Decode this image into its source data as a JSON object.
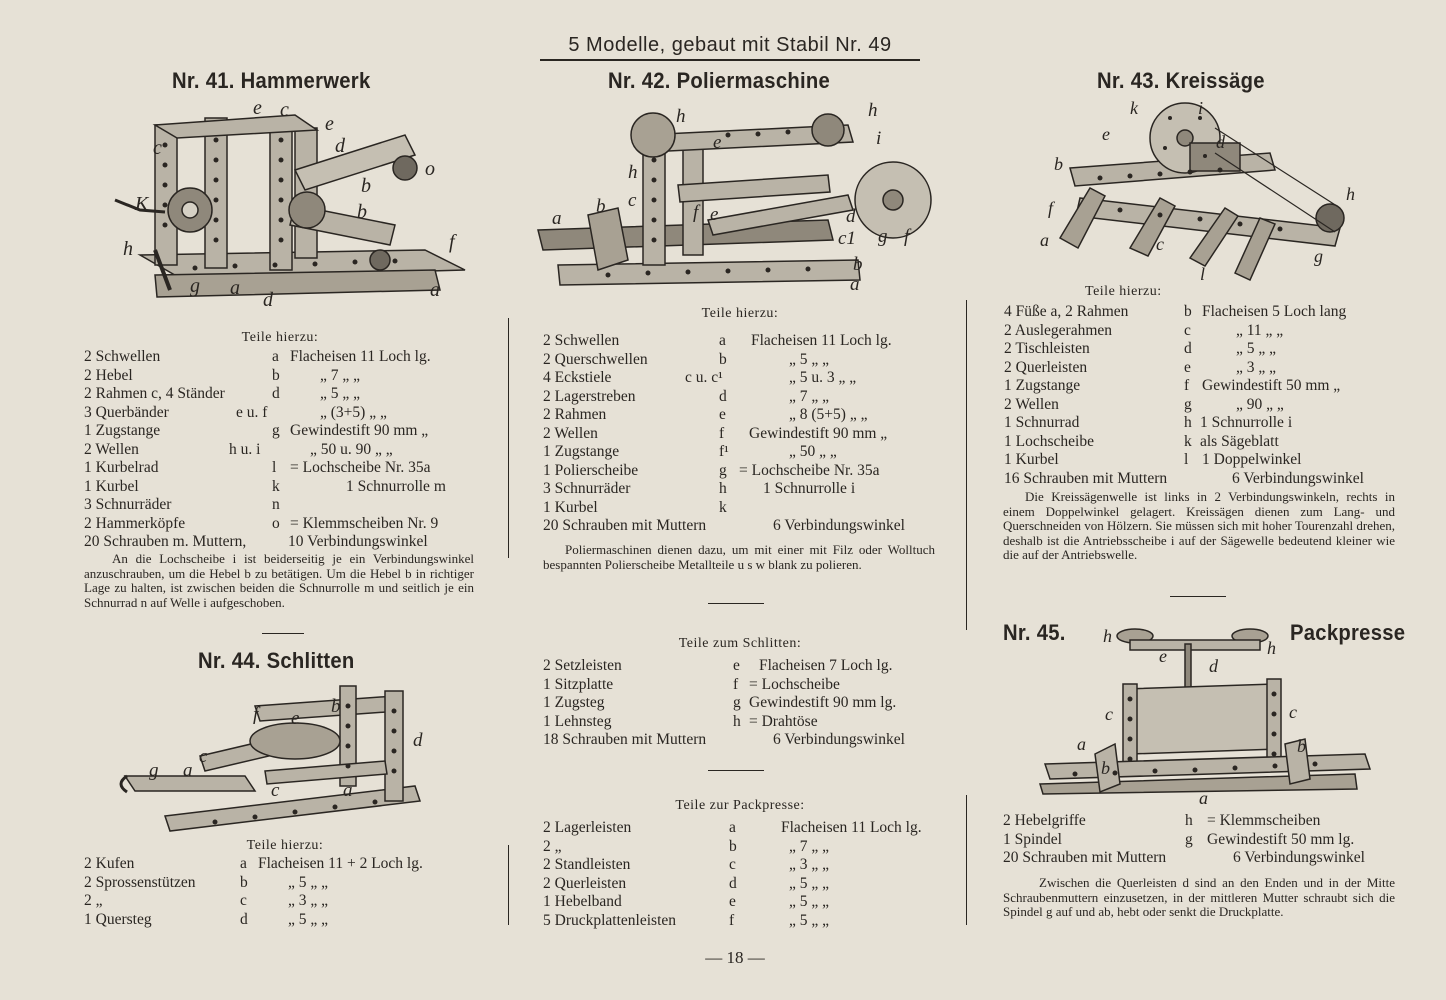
{
  "header": {
    "title": "5 Modelle, gebaut mit Stabil Nr. 49"
  },
  "page_number": "— 18 —",
  "model41": {
    "title": "Nr. 41.  Hammerwerk",
    "teile_label": "Teile hierzu:",
    "rows": [
      [
        "2 Schwellen",
        "a",
        "Flacheisen 11 Loch lg."
      ],
      [
        "2 Hebel",
        "b",
        "„ 7 „ „"
      ],
      [
        "2 Rahmen c, 4 Ständer",
        "d",
        "„ 5 „ „"
      ],
      [
        "3 Querbänder",
        "e u. f",
        "„ (3+5) „ „"
      ],
      [
        "1 Zugstange",
        "g",
        "Gewindestift 90 mm „"
      ],
      [
        "2 Wellen",
        "h u. i",
        "„ 50 u. 90 „ „"
      ],
      [
        "1 Kurbelrad",
        "l",
        "= Lochscheibe Nr. 35a"
      ],
      [
        "1 Kurbel",
        "k",
        "1 Schnurrolle m"
      ],
      [
        "3 Schnurräder",
        "n",
        ""
      ],
      [
        "2 Hammerköpfe",
        "o",
        "= Klemmscheiben Nr. 9"
      ],
      [
        "20 Schrauben m. Muttern,",
        "",
        "10 Verbindungswinkel"
      ]
    ],
    "description": "An die Lochscheibe i ist beiderseitig je ein Verbindungswinkel anzuschrauben, um die Hebel b zu betätigen. Um die Hebel b in richtiger Lage zu halten, ist zwischen beiden die Schnurrolle m und seitlich je ein Schnurrad n auf Welle i aufgeschoben.",
    "labels": [
      "e",
      "c",
      "c",
      "e",
      "d",
      "o",
      "b",
      "b",
      "K",
      "h",
      "f",
      "g",
      "a",
      "d",
      "a"
    ]
  },
  "model42": {
    "title": "Nr. 42.  Poliermaschine",
    "teile_label": "Teile hierzu:",
    "rows": [
      [
        "2 Schwellen",
        "a",
        "Flacheisen 11 Loch lg."
      ],
      [
        "2 Querschwellen",
        "b",
        "„ 5 „ „"
      ],
      [
        "4 Eckstiele",
        "c u. c¹",
        "„ 5 u. 3 „ „"
      ],
      [
        "2 Lagerstreben",
        "d",
        "„ 7 „ „"
      ],
      [
        "2 Rahmen",
        "e",
        "„ 8 (5+5) „ „"
      ],
      [
        "2 Wellen",
        "f",
        "Gewindestift 90 mm „"
      ],
      [
        "1 Zugstange",
        "f¹",
        "„ 50 „ „"
      ],
      [
        "1 Polierscheibe",
        "g",
        "= Lochscheibe Nr. 35a"
      ],
      [
        "3 Schnurräder",
        "h",
        "1 Schnurrolle i"
      ],
      [
        "1 Kurbel",
        "k",
        ""
      ],
      [
        "20 Schrauben mit Muttern",
        "",
        "6 Verbindungswinkel"
      ]
    ],
    "description": "Poliermaschinen dienen dazu, um mit einer mit Filz oder Wolltuch bespannten Polierscheibe Metallteile u s w blank zu polieren.",
    "labels": [
      "h",
      "h",
      "i",
      "e",
      "h",
      "c",
      "f",
      "e",
      "b",
      "a",
      "d",
      "c1",
      "g",
      "f",
      "b",
      "a"
    ]
  },
  "model43": {
    "title": "Nr. 43.  Kreissäge",
    "teile_label": "Teile hierzu:",
    "rows": [
      [
        "4 Füße a, 2 Rahmen",
        "b",
        "Flacheisen 5 Loch lang"
      ],
      [
        "2 Auslegerahmen",
        "c",
        "„ 11 „ „"
      ],
      [
        "2 Tischleisten",
        "d",
        "„ 5 „ „"
      ],
      [
        "2 Querleisten",
        "e",
        "„ 3 „ „"
      ],
      [
        "1 Zugstange",
        "f",
        "Gewindestift 50 mm „"
      ],
      [
        "2 Wellen",
        "g",
        "„ 90 „ „"
      ],
      [
        "1 Schnurrad",
        "h",
        "1 Schnurrolle i"
      ],
      [
        "1 Lochscheibe",
        "k",
        "als Sägeblatt"
      ],
      [
        "1 Kurbel",
        "l",
        "1 Doppelwinkel"
      ],
      [
        "16 Schrauben mit Muttern",
        "",
        "6 Verbindungswinkel"
      ]
    ],
    "description": "Die Kreissägenwelle ist links in 2 Verbindungswinkeln, rechts in einem Doppelwinkel gelagert. Kreissägen dienen zum Lang- und Querschneiden von Hölzern. Sie müssen sich mit hoher Tourenzahl drehen, deshalb ist die Antriebsscheibe i auf der Sägewelle bedeutend kleiner wie die auf der Antriebswelle.",
    "labels": [
      "k",
      "i",
      "e",
      "d",
      "b",
      "f",
      "h",
      "a",
      "c",
      "g",
      "l"
    ]
  },
  "model44": {
    "title": "Nr. 44.  Schlitten",
    "teile_label": "Teile hierzu:",
    "rows": [
      [
        "2 Kufen",
        "a",
        "Flacheisen 11 + 2 Loch lg."
      ],
      [
        "2 Sprossenstützen",
        "b",
        "„ 5 „ „"
      ],
      [
        "2 „",
        "c",
        "„ 3 „ „"
      ],
      [
        "1 Quersteg",
        "d",
        "„ 5 „ „"
      ]
    ],
    "labels": [
      "f",
      "e",
      "b",
      "d",
      "g",
      "c",
      "a",
      "c",
      "a"
    ]
  },
  "schlitten_teile": {
    "label": "Teile zum Schlitten:",
    "rows": [
      [
        "2 Setzleisten",
        "e",
        "Flacheisen 7 Loch lg."
      ],
      [
        "1 Sitzplatte",
        "f",
        "= Lochscheibe"
      ],
      [
        "1 Zugsteg",
        "g",
        "Gewindestift 90 mm lg."
      ],
      [
        "1 Lehnsteg",
        "h",
        "= Drahtöse"
      ],
      [
        "18 Schrauben mit Muttern",
        "",
        "6 Verbindungswinkel"
      ]
    ]
  },
  "packpresse_teile": {
    "label": "Teile zur Packpresse:",
    "rows": [
      [
        "2 Lagerleisten",
        "a",
        "Flacheisen 11 Loch lg."
      ],
      [
        "2 „",
        "b",
        "„ 7 „ „"
      ],
      [
        "2 Standleisten",
        "c",
        "„ 3 „ „"
      ],
      [
        "2 Querleisten",
        "d",
        "„ 5 „ „"
      ],
      [
        "1 Hebelband",
        "e",
        "„ 5 „ „"
      ],
      [
        "5 Druckplattenleisten",
        "f",
        "„ 5 „ „"
      ]
    ]
  },
  "model45": {
    "title_left": "Nr. 45.",
    "title_right": "Packpresse",
    "rows": [
      [
        "2 Hebelgriffe",
        "h",
        "= Klemmscheiben"
      ],
      [
        "1 Spindel",
        "g",
        "Gewindestift 50 mm lg."
      ],
      [
        "20 Schrauben mit Muttern",
        "",
        "6 Verbindungswinkel"
      ]
    ],
    "description": "Zwischen die Querleisten d sind an den Enden und in der Mitte Schraubenmuttern einzusetzen, in der mittleren Mutter schraubt sich die Spindel g auf und ab, hebt oder senkt die Druckplatte.",
    "labels": [
      "h",
      "h",
      "e",
      "d",
      "c",
      "c",
      "a",
      "b",
      "b",
      "a"
    ]
  }
}
